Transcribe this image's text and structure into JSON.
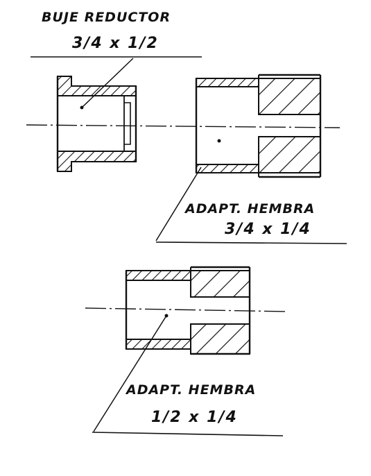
{
  "parts": [
    {
      "name": "BUJE REDUCTOR",
      "size": "3/4 x 1/2"
    },
    {
      "name": "ADAPT. HEMBRA",
      "size": "3/4 x 1/4"
    },
    {
      "name": "ADAPT. HEMBRA",
      "size": "1/2 x 1/4"
    }
  ],
  "colors": {
    "ink": "#111111",
    "paper": "#ffffff"
  }
}
